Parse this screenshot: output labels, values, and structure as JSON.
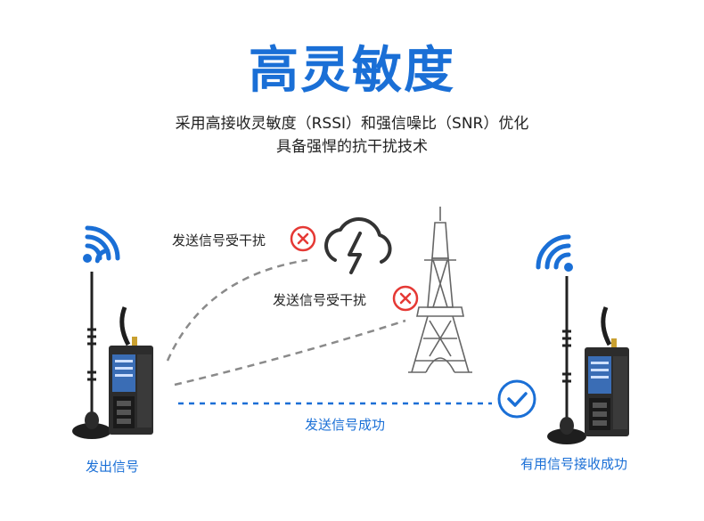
{
  "title": "高灵敏度",
  "subtitle_line1": "采用高接收灵敏度（RSSI）和强信噪比（SNR）优化",
  "subtitle_line2": "具备强悍的抗干扰技术",
  "interference_label_1": "发送信号受干扰",
  "interference_label_2": "发送信号受干扰",
  "success_path_label": "发送信号成功",
  "sender_label": "发出信号",
  "receiver_label": "有用信号接收成功",
  "colors": {
    "accent": "#1a6fd6",
    "error": "#e53935",
    "device": "#3a6db5",
    "dashed": "#888888"
  }
}
